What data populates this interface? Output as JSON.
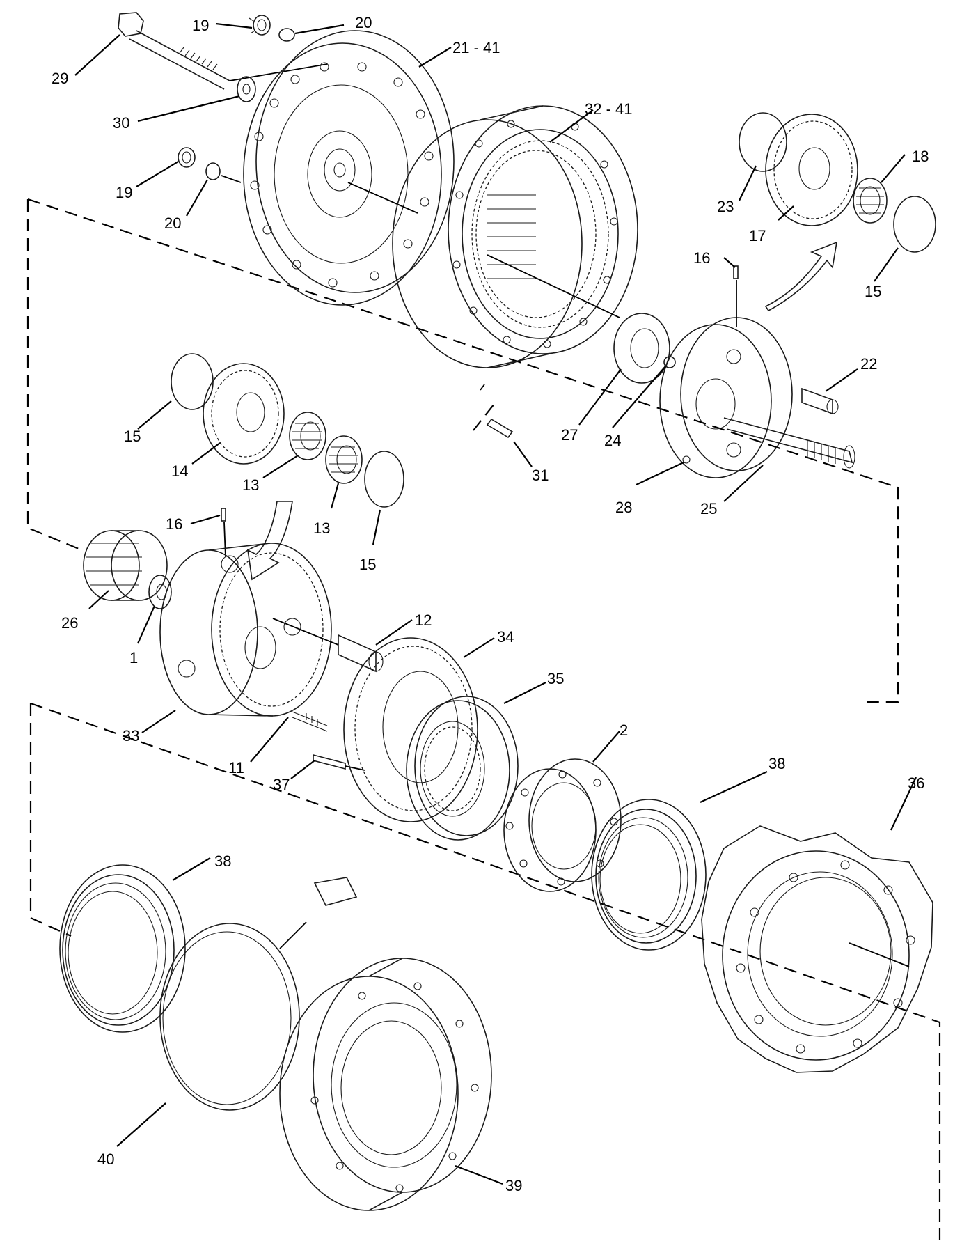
{
  "callouts": [
    {
      "id": "p29",
      "text": "29"
    },
    {
      "id": "p19a",
      "text": "19"
    },
    {
      "id": "p20a",
      "text": "20"
    },
    {
      "id": "p21",
      "text": "21 - 41"
    },
    {
      "id": "p30",
      "text": "30"
    },
    {
      "id": "p19b",
      "text": "19"
    },
    {
      "id": "p20b",
      "text": "20"
    },
    {
      "id": "p32",
      "text": "32 - 41"
    },
    {
      "id": "p23",
      "text": "23"
    },
    {
      "id": "p17",
      "text": "17"
    },
    {
      "id": "p18",
      "text": "18"
    },
    {
      "id": "p16a",
      "text": "16"
    },
    {
      "id": "p15a",
      "text": "15"
    },
    {
      "id": "p22",
      "text": "22"
    },
    {
      "id": "p27",
      "text": "27"
    },
    {
      "id": "p24",
      "text": "24"
    },
    {
      "id": "p31",
      "text": "31"
    },
    {
      "id": "p28",
      "text": "28"
    },
    {
      "id": "p25",
      "text": "25"
    },
    {
      "id": "p15b",
      "text": "15"
    },
    {
      "id": "p14",
      "text": "14"
    },
    {
      "id": "p13a",
      "text": "13"
    },
    {
      "id": "p13b",
      "text": "13"
    },
    {
      "id": "p15c",
      "text": "15"
    },
    {
      "id": "p16b",
      "text": "16"
    },
    {
      "id": "p26",
      "text": "26"
    },
    {
      "id": "p1",
      "text": "1"
    },
    {
      "id": "p12",
      "text": "12"
    },
    {
      "id": "p34",
      "text": "34"
    },
    {
      "id": "p35",
      "text": "35"
    },
    {
      "id": "p33",
      "text": "33"
    },
    {
      "id": "p11",
      "text": "11"
    },
    {
      "id": "p37",
      "text": "37"
    },
    {
      "id": "p2",
      "text": "2"
    },
    {
      "id": "p38a",
      "text": "38"
    },
    {
      "id": "p36",
      "text": "36"
    },
    {
      "id": "p38b",
      "text": "38"
    },
    {
      "id": "p40",
      "text": "40"
    },
    {
      "id": "p39",
      "text": "39"
    }
  ]
}
